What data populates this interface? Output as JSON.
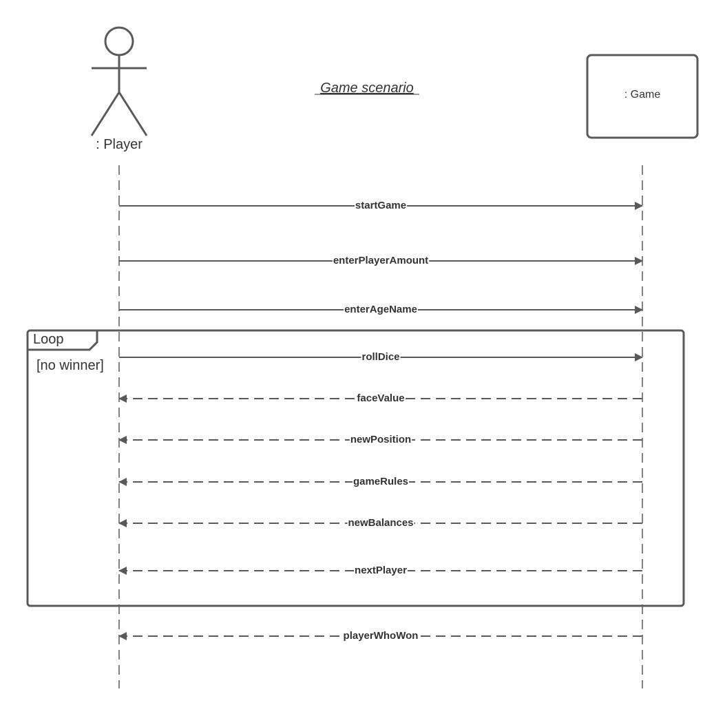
{
  "diagram": {
    "title": "Game scenario",
    "actor": {
      "label": ": Player",
      "icon": "stick-figure-icon"
    },
    "object": {
      "label": ": Game"
    },
    "loop": {
      "label": "Loop",
      "guard": "[no winner]"
    },
    "colors": {
      "line": "#595959",
      "text": "#333333",
      "background": "#ffffff"
    },
    "messages": [
      {
        "label": "startGame",
        "direction": "player-to-game",
        "style": "sync"
      },
      {
        "label": "enterPlayerAmount",
        "direction": "player-to-game",
        "style": "sync"
      },
      {
        "label": "enterAgeName",
        "direction": "player-to-game",
        "style": "sync"
      },
      {
        "label": "rollDice",
        "direction": "player-to-game",
        "style": "sync"
      },
      {
        "label": "faceValue",
        "direction": "game-to-player",
        "style": "reply"
      },
      {
        "label": "newPosition",
        "direction": "game-to-player",
        "style": "reply"
      },
      {
        "label": "gameRules",
        "direction": "game-to-player",
        "style": "reply"
      },
      {
        "label": "newBalances",
        "direction": "game-to-player",
        "style": "reply"
      },
      {
        "label": "nextPlayer",
        "direction": "game-to-player",
        "style": "reply"
      },
      {
        "label": "playerWhoWon",
        "direction": "game-to-player",
        "style": "reply"
      }
    ]
  }
}
